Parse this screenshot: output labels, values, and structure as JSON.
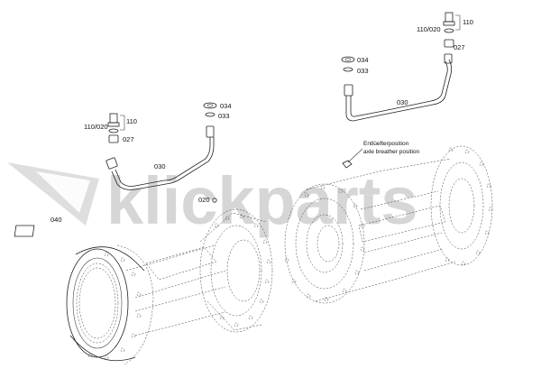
{
  "watermark": {
    "text": "klickparts"
  },
  "labels": {
    "p110_left": "110",
    "p110_020_left": "110/020",
    "p027_left": "027",
    "p034_left": "034",
    "p033_left": "033",
    "p030_left": "030",
    "p020": "020",
    "p040": "040",
    "p110_right": "110",
    "p110_020_right": "110/020",
    "p027_right": "027",
    "p034_right": "034",
    "p033_right": "033",
    "p030_right": "030",
    "breather_de": "Entlüefterposition",
    "breather_en": "axle breather position"
  }
}
